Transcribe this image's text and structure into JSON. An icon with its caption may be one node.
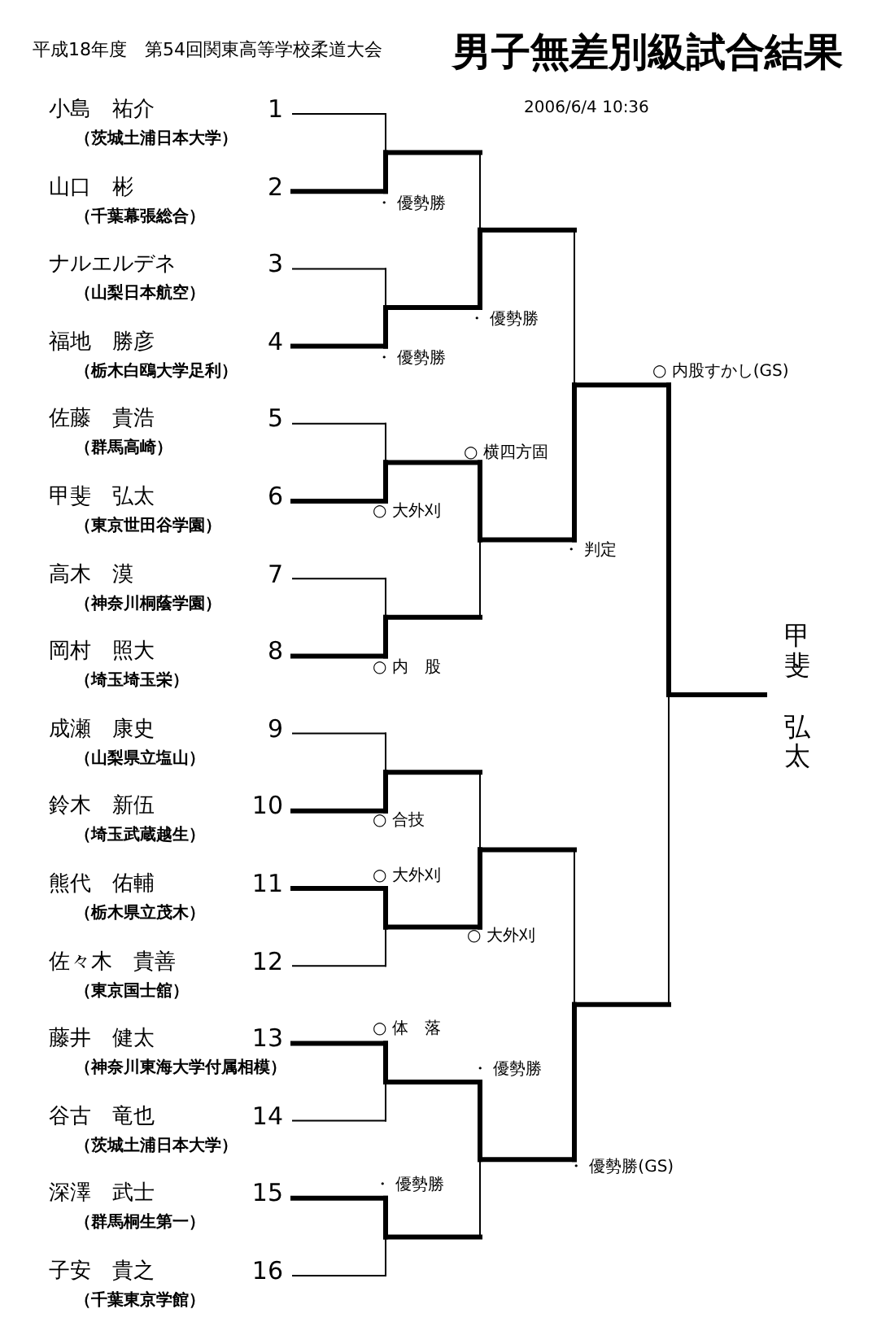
{
  "diagram": {
    "title": "男子無差別級試合結果",
    "nodes": [
      {
        "text": [
          "小島　祐介",
          "（茨城土浦日本大学）"
        ],
        "beside": [
          "1"
        ]
      },
      {
        "text": [
          "山口　彬",
          "（千葉幕張総合）"
        ],
        "beside": [
          "2"
        ]
      },
      {
        "text": [
          "ナルエルデネ",
          "（山梨日本航空）"
        ],
        "beside": [
          "3"
        ]
      },
      {
        "text": [
          "福地　勝彦",
          "（栃木白鴎大学足利）"
        ],
        "beside": [
          "4"
        ]
      },
      {
        "text": [
          "佐藤　貴浩",
          "（群馬高崎）"
        ],
        "beside": [
          "5"
        ]
      },
      {
        "text": [
          "甲斐　弘太",
          "（東京世田谷学園）"
        ],
        "beside": [
          "6"
        ]
      },
      {
        "text": [
          "高木　漠",
          "（神奈川桐蔭学園）"
        ],
        "beside": [
          "7"
        ]
      },
      {
        "text": [
          "岡村　照大",
          "（埼玉埼玉栄）"
        ],
        "beside": [
          "8"
        ]
      },
      {
        "text": [
          "成瀬　康史",
          "（山梨県立塩山）"
        ],
        "beside": [
          "9"
        ]
      },
      {
        "text": [
          "鈴木　新伍",
          "（埼玉武蔵越生）"
        ],
        "beside": [
          "10"
        ]
      },
      {
        "text": [
          "熊代　佑輔",
          "（栃木県立茂木）"
        ],
        "beside": [
          "11"
        ]
      },
      {
        "text": [
          "佐々木　貴善",
          "（東京国士舘）"
        ],
        "beside": [
          "12"
        ]
      },
      {
        "text": [
          "藤井　健太",
          "（神奈川東海大学付属相模）"
        ],
        "beside": [
          "13"
        ]
      },
      {
        "text": [
          "谷古　竜也",
          "（茨城土浦日本大学）"
        ],
        "beside": [
          "14"
        ]
      },
      {
        "text": [
          "深澤　武士",
          "（群馬桐生第一）"
        ],
        "beside": [
          "15"
        ]
      },
      {
        "text": [
          "子安　貴之",
          "（千葉東京学館）"
        ],
        "beside": [
          "16"
        ]
      },
      {
        "text": [
          "甲斐",
          "弘太"
        ]
      }
    ],
    "labels": [
      "平成18年度　第54回関東高等学校柔道大会",
      "2006/6/4 10:36",
      "・ 優勢勝",
      "・ 優勢勝",
      "・ 優勢勝",
      "○ 内股すかし(GS)",
      "○ 横四方固",
      "○ 大外刈",
      "・ 判定",
      "○ 内　股",
      "○ 合技",
      "○ 大外刈",
      "○ 大外刈",
      "○ 体　落",
      "・ 優勢勝",
      "・ 優勢勝(GS)",
      "・ 優勢勝"
    ]
  }
}
